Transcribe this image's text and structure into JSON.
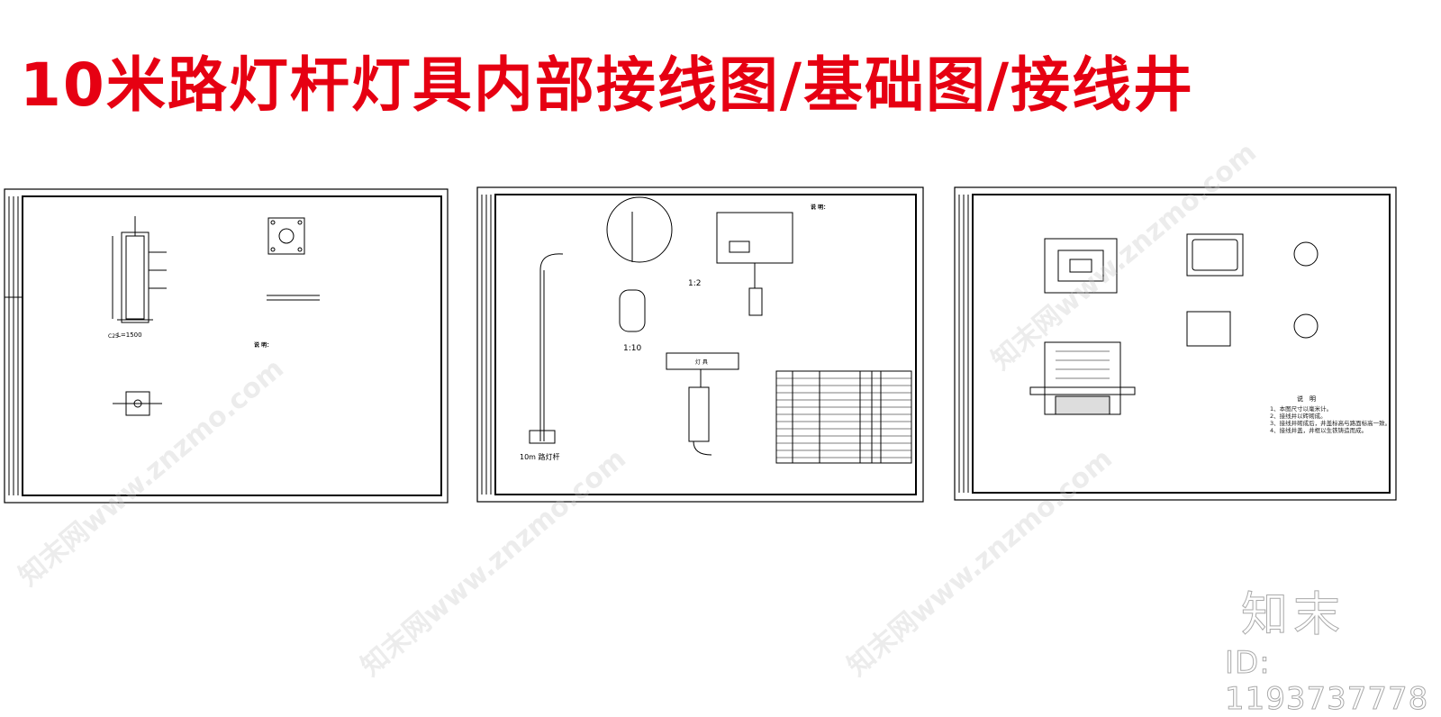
{
  "title": "10米路灯杆灯具内部接线图/基础图/接线井",
  "watermark": {
    "logo": "知末",
    "id": "ID: 1193737778",
    "repeat_text": "知末网www.znzmo.com"
  },
  "panels": [
    {
      "name": "foundation",
      "labels": {
        "section": "C25",
        "length": "L=1500"
      },
      "notes_heading": "说 明："
    },
    {
      "name": "wiring",
      "labels": {
        "scale_detail": "1:2",
        "scale_lamp": "1:10",
        "pole": "10m 路灯杆",
        "notes_heading": "说 明：",
        "box": "灯 具"
      }
    },
    {
      "name": "junction-well",
      "notes_heading": "说　明",
      "notes": [
        "1、本图尺寸以毫米计。",
        "2、接线井以砖砌成。",
        "3、接线井砌成后，井盖标高与路面标高一致。",
        "4、接线井盖，井框以生铁铸造而成。"
      ]
    }
  ],
  "colors": {
    "title": "#e60012",
    "line": "#000000",
    "paper": "#ffffff"
  }
}
